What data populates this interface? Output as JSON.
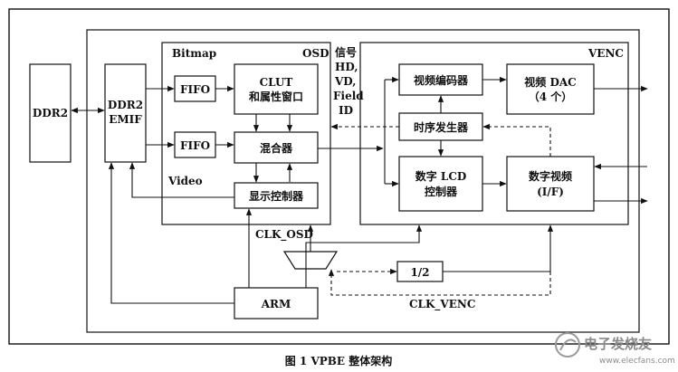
{
  "diagram": {
    "blocks": {
      "ddr2": "DDR2",
      "emif_line1": "DDR2",
      "emif_line2": "EMIF",
      "fifo_top": "FIFO",
      "fifo_bottom": "FIFO",
      "clut_line1": "CLUT",
      "clut_line2": "和属性窗口",
      "mixer": "混合器",
      "display_ctrl": "显示控制器",
      "video_encoder": "视频编码器",
      "video_dac_line1": "视频 DAC",
      "video_dac_line2": "（4 个）",
      "timing_gen": "时序发生器",
      "lcd_ctrl_line1": "数字 LCD",
      "lcd_ctrl_line2": "控制器",
      "digital_video_line1": "数字视频",
      "digital_video_line2": "(I/F)",
      "arm": "ARM",
      "divider": "1/2"
    },
    "labels": {
      "bitmap": "Bitmap",
      "osd": "OSD",
      "video": "Video",
      "venc": "VENC",
      "signals": [
        "信号",
        "HD,",
        "VD,",
        "Field",
        "ID"
      ],
      "clk_osd": "CLK_OSD",
      "clk_venc": "CLK_VENC"
    },
    "caption": "图 1   VPBE 整体架构",
    "watermark": "电子发烧友",
    "watermark_url": "www.elecfans.com"
  }
}
